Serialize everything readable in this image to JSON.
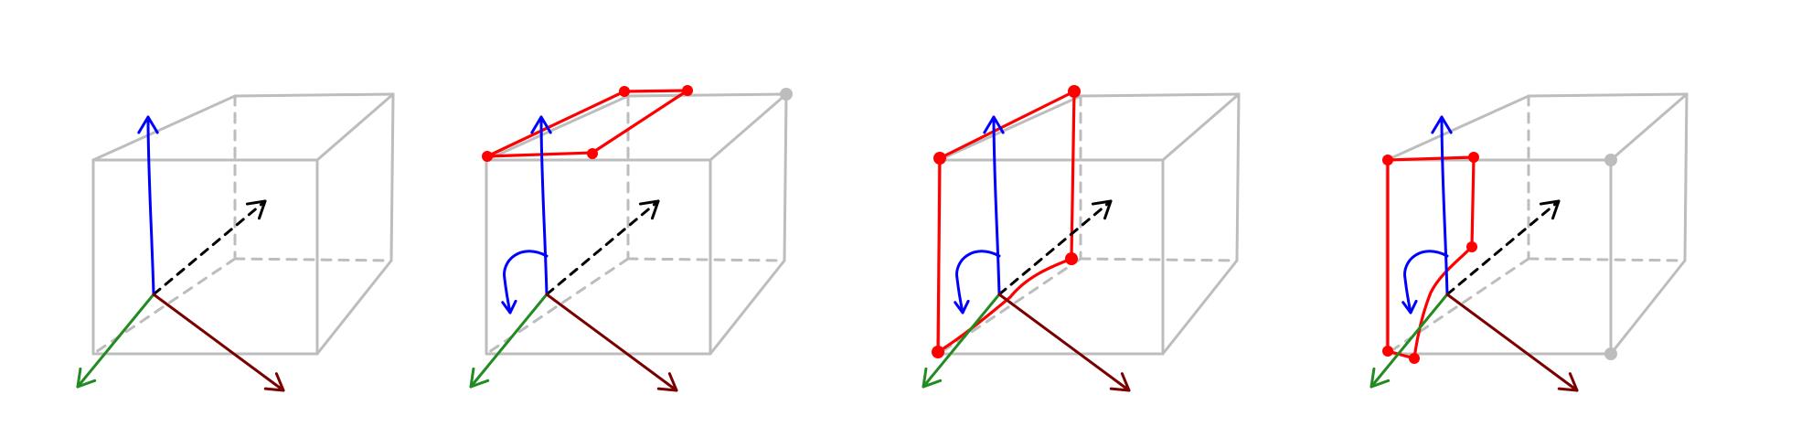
{
  "colors": {
    "background": "#ffffff",
    "cube": "#bdbdbd",
    "highlight": "#ff0000",
    "z_axis": "#0000ff",
    "x_axis": "#228b22",
    "y_axis": "#7a0000",
    "depth_axis": "#000000",
    "rotation_arrow": "#0000ff"
  },
  "panels": [
    {
      "id": "panel-1",
      "highlight": "none",
      "rotation_arrow": false,
      "marked_corners": []
    },
    {
      "id": "panel-2",
      "highlight": "top-face",
      "rotation_arrow": true,
      "marked_corners": [
        "top-back-right"
      ]
    },
    {
      "id": "panel-3",
      "highlight": "left-side-face",
      "rotation_arrow": true,
      "marked_corners": []
    },
    {
      "id": "panel-4",
      "highlight": "vertical-cross-section",
      "rotation_arrow": true,
      "marked_corners": [
        "top-front-right",
        "bottom-front-right"
      ]
    }
  ]
}
